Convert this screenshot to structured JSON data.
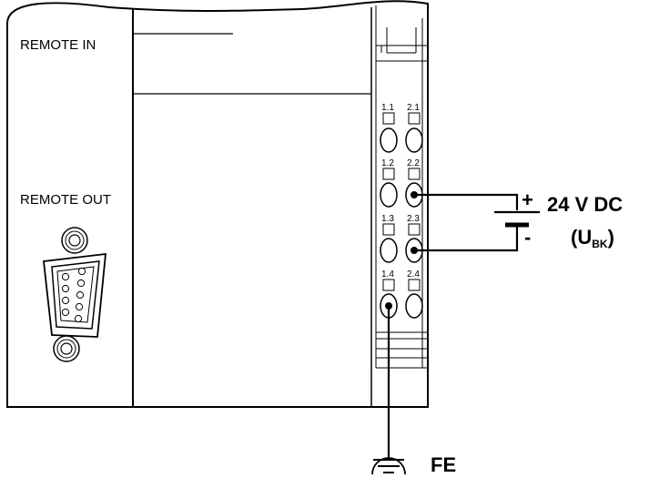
{
  "diagram": {
    "remote_in_label": "REMOTE IN",
    "remote_out_label": "REMOTE OUT",
    "terminals": [
      {
        "label": "1.1"
      },
      {
        "label": "2.1"
      },
      {
        "label": "1.2"
      },
      {
        "label": "2.2"
      },
      {
        "label": "1.3"
      },
      {
        "label": "2.3"
      },
      {
        "label": "1.4"
      },
      {
        "label": "2.4"
      }
    ],
    "supply": {
      "plus": "+",
      "minus": "-",
      "voltage": "24 V DC",
      "symbol_open": "(U",
      "symbol_sub": "BK",
      "symbol_close": ")"
    },
    "ground_label": "FE",
    "icons": [
      "d-sub-connector-icon",
      "screw-icon",
      "ground-icon",
      "battery-icon"
    ]
  }
}
